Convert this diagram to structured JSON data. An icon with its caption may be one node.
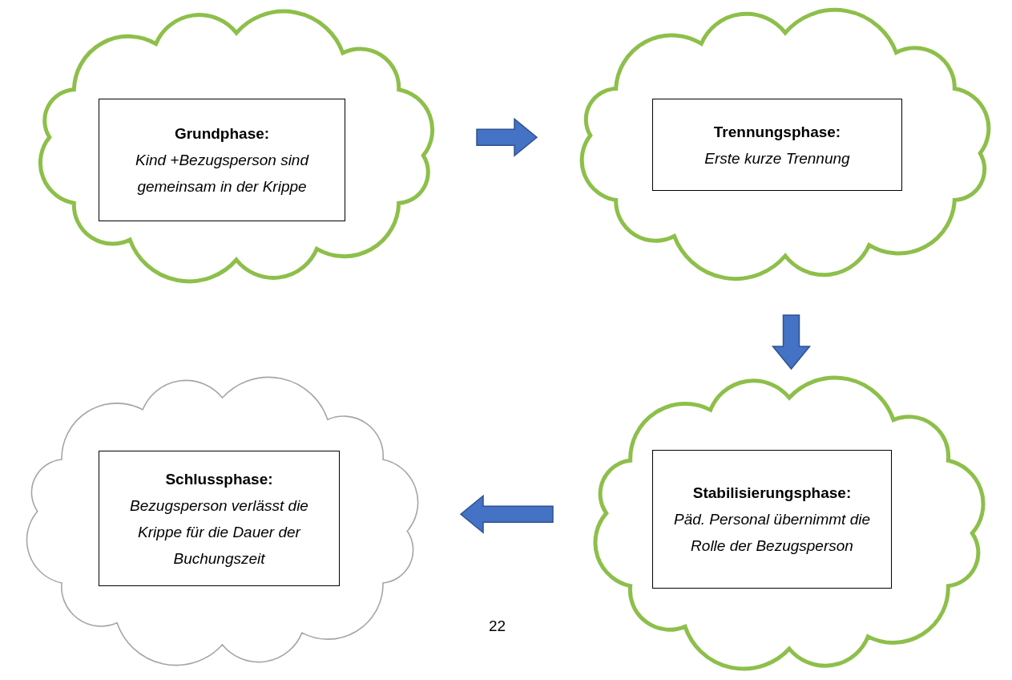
{
  "diagram": {
    "nodes": [
      {
        "text": [],
        "shape": "cloud"
      },
      {
        "text": [
          "Grundphase:",
          "Kind +Bezugsperson sind gemeinsam in der Krippe"
        ],
        "in": 0
      },
      {
        "text": [],
        "shape": "cloud"
      },
      {
        "text": [
          "Trennungsphase:",
          "Erste kurze Trennung"
        ],
        "in": 2
      },
      {
        "text": [],
        "shape": "cloud"
      },
      {
        "text": [
          "Stabilisierungsphase:",
          "Päd. Personal übernimmt die Rolle der Bezugsperson"
        ],
        "in": 4
      },
      {
        "text": [],
        "shape": "cloud"
      },
      {
        "text": [
          "Schlussphase:",
          "Bezugsperson verlässt die Krippe für die Dauer der Buchungszeit"
        ],
        "in": 6
      }
    ],
    "edges": [
      {
        "from": 0,
        "to": 2,
        "arrow": "to"
      },
      {
        "from": 2,
        "to": 4,
        "arrow": "to"
      },
      {
        "from": 4,
        "to": 6,
        "arrow": "to"
      }
    ],
    "labels": [
      "22"
    ]
  }
}
